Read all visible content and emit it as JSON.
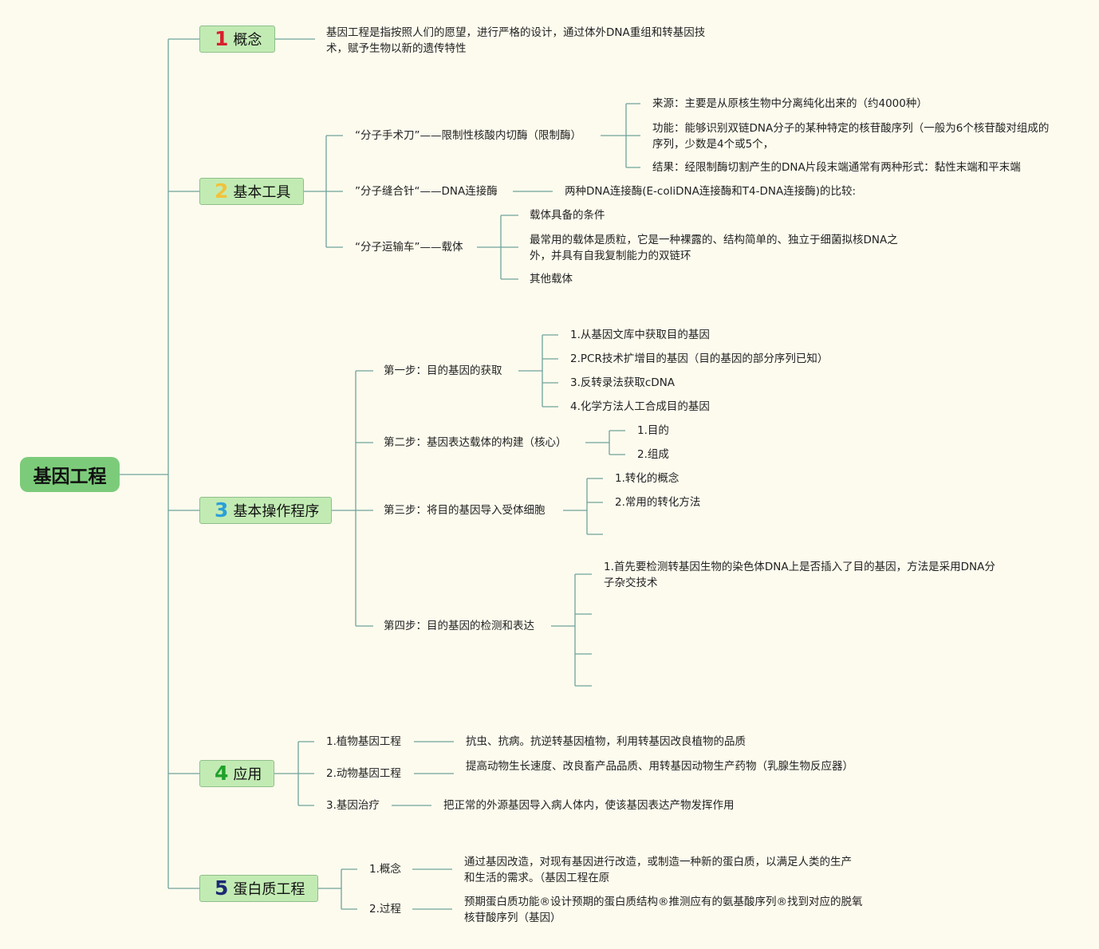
{
  "root": {
    "title": "基因工程"
  },
  "colors": {
    "n1": "#d8212e",
    "n2": "#f2c23b",
    "n3": "#2b9fd8",
    "n4": "#1fa12a",
    "n5": "#1d2a73"
  },
  "branches": {
    "b1": {
      "num": "1",
      "label": "概念",
      "text": "基因工程是指按照人们的愿望，进行严格的设计，通过体外DNA重组和转基因技术，赋予生物以新的遗传特性"
    },
    "b2": {
      "num": "2",
      "label": "基本工具",
      "t1": {
        "label": "“分子手术刀”——限制性核酸内切酶（限制酶）",
        "c1": "来源：主要是从原核生物中分离纯化出来的（约4000种）",
        "c2": "功能：能够识别双链DNA分子的某种特定的核苷酸序列（一般为6个核苷酸对组成的序列，少数是4个或5个，",
        "c3": "结果：经限制酶切割产生的DNA片段末端通常有两种形式：黏性末端和平末端"
      },
      "t2": {
        "label": "”分子缝合针“——DNA连接酶",
        "c1": "两种DNA连接酶(E-coliDNA连接酶和T4-DNA连接酶)的比较:"
      },
      "t3": {
        "label": "“分子运输车”——载体",
        "c1": "载体具备的条件",
        "c2": "最常用的载体是质粒，它是一种裸露的、结构简单的、独立于细菌拟核DNA之外，并具有自我复制能力的双链环",
        "c3": "其他载体"
      }
    },
    "b3": {
      "num": "3",
      "label": "基本操作程序",
      "s1": {
        "label": "第一步：目的基因的获取",
        "c1": "1.从基因文库中获取目的基因",
        "c2": "2.PCR技术扩增目的基因（目的基因的部分序列已知）",
        "c3": "3.反转录法获取cDNA",
        "c4": "4.化学方法人工合成目的基因"
      },
      "s2": {
        "label": "第二步：基因表达载体的构建（核心）",
        "c1": "1.目的",
        "c2": "2.组成"
      },
      "s3": {
        "label": "第三步：将目的基因导入受体细胞",
        "c1": "1.转化的概念",
        "c2": "2.常用的转化方法"
      },
      "s4": {
        "label": "第四步：目的基因的检测和表达",
        "c1": "1.首先要检测转基因生物的染色体DNA上是否插入了目的基因，方法是采用DNA分子杂交技术"
      }
    },
    "b4": {
      "num": "4",
      "label": "应用",
      "a1": {
        "label": "1.植物基因工程",
        "text": "抗虫、抗病。抗逆转基因植物，利用转基因改良植物的品质"
      },
      "a2": {
        "label": "2.动物基因工程",
        "text": "提高动物生长速度、改良畜产品品质、用转基因动物生产药物（乳腺生物反应器）"
      },
      "a3": {
        "label": "3.基因治疗",
        "text": "把正常的外源基因导入病人体内，使该基因表达产物发挥作用"
      }
    },
    "b5": {
      "num": "5",
      "label": "蛋白质工程",
      "p1": {
        "label": "1.概念",
        "text": "通过基因改造，对现有基因进行改造，或制造一种新的蛋白质，以满足人类的生产和生活的需求。（基因工程在原"
      },
      "p2": {
        "label": "2.过程",
        "text": "预期蛋白质功能®设计预期的蛋白质结构®推测应有的氨基酸序列®找到对应的脱氧核苷酸序列（基因）"
      }
    }
  }
}
